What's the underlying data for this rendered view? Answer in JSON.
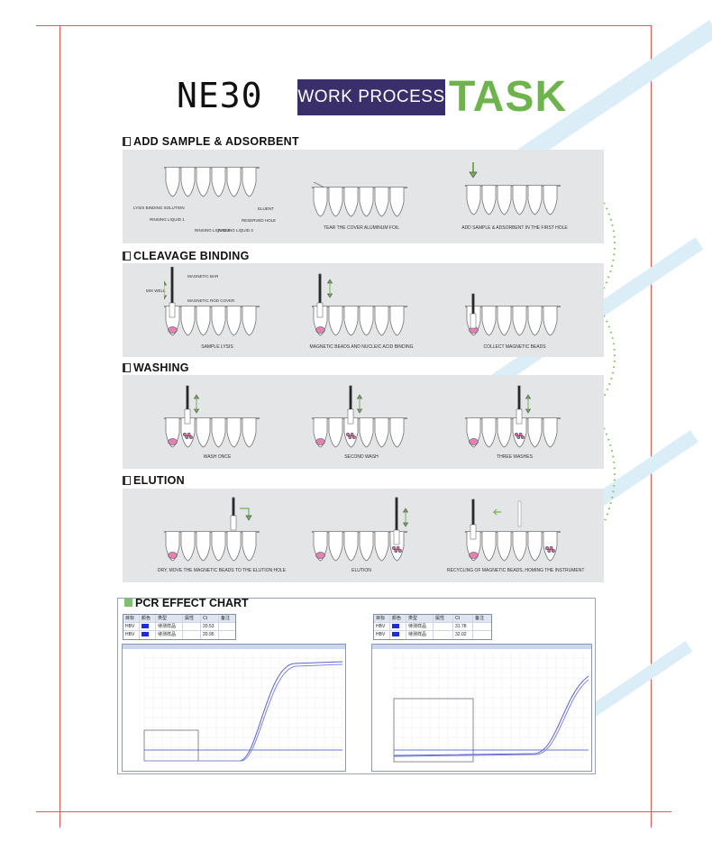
{
  "header": {
    "model": "NE30",
    "work_process": "WORK PROCESS",
    "task": "TASK"
  },
  "colors": {
    "accent_green": "#6fb34e",
    "badge_purple": "#3a2f6b",
    "frame_red": "#e05a5a",
    "sample_pink": "#e06aa8"
  },
  "sections": {
    "add_sample": {
      "title": "ADD SAMPLE & ADSORBENT",
      "labels": {
        "lysis": "LYSIS BINDING SOLUTION",
        "rinse1": "RINSING LIQUID 1",
        "rinse2": "RINSING LIQUID 2",
        "rinse3": "RINSING LIQUID 3",
        "eluent": "ELUENT",
        "reserved": "RESERVED HOLE"
      },
      "captions": [
        "TEAR THE COVER ALUMINUM FOIL",
        "ADD SAMPLE & ADSORBENT IN THE FIRST HOLE"
      ]
    },
    "cleavage": {
      "title": "CLEAVAGE BINDING",
      "labels": {
        "magnetic_bar": "MAGNETIC BAR",
        "mix_well": "MIX WELL",
        "rod_cover": "MAGNETIC ROD COVER"
      },
      "captions": [
        "SAMPLE LYSIS",
        "MAGNETIC BEADS AND NUCLEIC ACID BINDING",
        "COLLECT MAGNETIC BEADS"
      ]
    },
    "washing": {
      "title": "WASHING",
      "captions": [
        "WASH ONCE",
        "SECOND WASH",
        "THREE WASHES"
      ]
    },
    "elution": {
      "title": "ELUTION",
      "captions": [
        "DRY, MOVE THE MAGNETIC BEADS TO THE ELUTION HOLE",
        "ELUTION",
        "RECYCLING OF MAGNETIC BEADS, HOMING THE INSTRUMENT"
      ]
    }
  },
  "pcr": {
    "title": "PCR EFFECT CHART",
    "left_table": {
      "headers": [
        "目标",
        "颜色",
        "类型",
        "属性",
        "Ct",
        "备注"
      ],
      "rows": [
        [
          "HBV",
          "",
          "待测样品",
          "",
          "20.53",
          ""
        ],
        [
          "HBV",
          "",
          "待测样品",
          "",
          "20.95",
          ""
        ]
      ]
    },
    "right_table": {
      "headers": [
        "目标",
        "颜色",
        "类型",
        "属性",
        "Ct",
        "备注"
      ],
      "rows": [
        [
          "HBV",
          "",
          "待测样品",
          "",
          "31.78",
          ""
        ],
        [
          "HBV",
          "",
          "待测样品",
          "",
          "32.02",
          ""
        ]
      ]
    }
  }
}
